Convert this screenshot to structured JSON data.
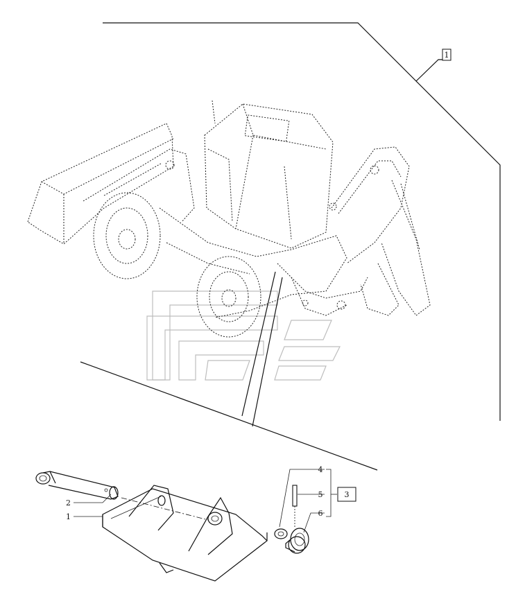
{
  "callouts": {
    "ref_box_top": "1",
    "ref_box_right": "3",
    "part_1": "1",
    "part_2": "2",
    "part_4": "4",
    "part_5": "5",
    "part_6": "6"
  }
}
